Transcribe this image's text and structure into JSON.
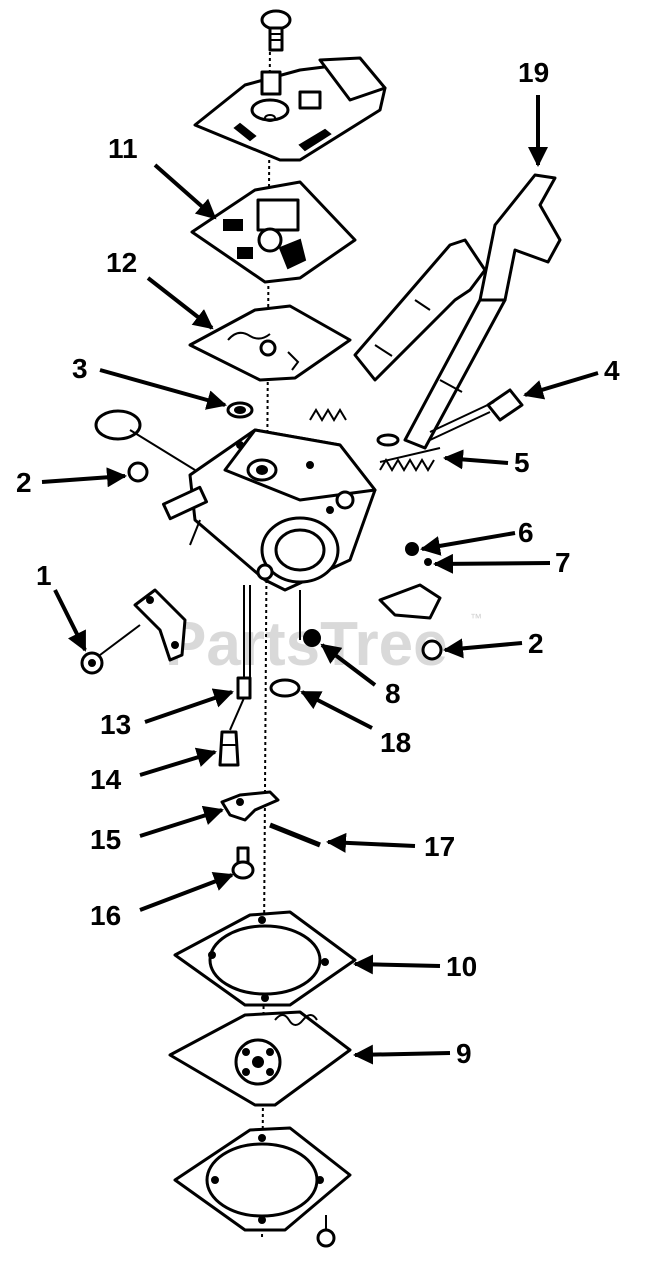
{
  "watermark": {
    "text": "PartsTree",
    "trademark": "™"
  },
  "callouts": [
    {
      "id": "1",
      "label": "1"
    },
    {
      "id": "2a",
      "label": "2"
    },
    {
      "id": "2b",
      "label": "2"
    },
    {
      "id": "3",
      "label": "3"
    },
    {
      "id": "4",
      "label": "4"
    },
    {
      "id": "5",
      "label": "5"
    },
    {
      "id": "6",
      "label": "6"
    },
    {
      "id": "7",
      "label": "7"
    },
    {
      "id": "8",
      "label": "8"
    },
    {
      "id": "9",
      "label": "9"
    },
    {
      "id": "10",
      "label": "10"
    },
    {
      "id": "11",
      "label": "11"
    },
    {
      "id": "12",
      "label": "12"
    },
    {
      "id": "13",
      "label": "13"
    },
    {
      "id": "14",
      "label": "14"
    },
    {
      "id": "15",
      "label": "15"
    },
    {
      "id": "16",
      "label": "16"
    },
    {
      "id": "17",
      "label": "17"
    },
    {
      "id": "18",
      "label": "18"
    },
    {
      "id": "19",
      "label": "19"
    }
  ]
}
